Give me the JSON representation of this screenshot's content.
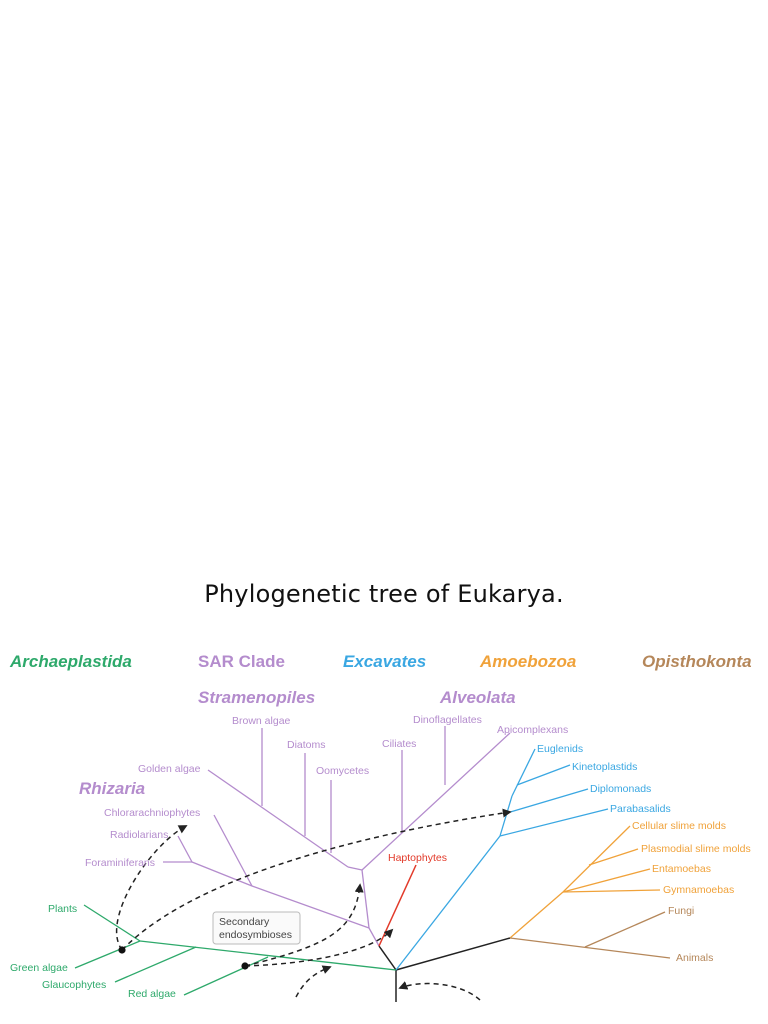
{
  "title": "Phylogenetic tree of Eukarya.",
  "colors": {
    "archaeplastida": "#2ea96b",
    "sar": "#b48ccd",
    "excavates": "#3aa7e2",
    "amoebozoa": "#f0a23a",
    "opisthokonta": "#b5875a",
    "haptophytes": "#e23a2a",
    "trunk": "#222222"
  },
  "groups": {
    "archaeplastida": "Archaeplastida",
    "sar": "SAR Clade",
    "excavates": "Excavates",
    "amoebozoa": "Amoebozoa",
    "opisthokonta": "Opisthokonta",
    "stramenopiles": "Stramenopiles",
    "alveolata": "Alveolata",
    "rhizaria": "Rhizaria"
  },
  "taxa": {
    "brown_algae": "Brown algae",
    "diatoms": "Diatoms",
    "oomycetes": "Oomycetes",
    "golden_algae": "Golden algae",
    "ciliates": "Ciliates",
    "dinoflagellates": "Dinoflagellates",
    "apicomplexans": "Apicomplexans",
    "chlorarachniophytes": "Chlorarachniophytes",
    "radiolarians": "Radiolarians",
    "foraminiferans": "Foraminiferans",
    "haptophytes": "Haptophytes",
    "euglenids": "Euglenids",
    "kinetoplastids": "Kinetoplastids",
    "diplomonads": "Diplomonads",
    "parabasalids": "Parabasalids",
    "cellular_slime_molds": "Cellular slime molds",
    "plasmodial_slime_molds": "Plasmodial slime molds",
    "entamoebas": "Entamoebas",
    "gymnamoebas": "Gymnamoebas",
    "fungi": "Fungi",
    "animals": "Animals",
    "plants": "Plants",
    "green_algae": "Green algae",
    "glaucophytes": "Glaucophytes",
    "red_algae": "Red algae"
  },
  "legend": {
    "line1": "Secondary",
    "line2": "endosymbioses"
  }
}
